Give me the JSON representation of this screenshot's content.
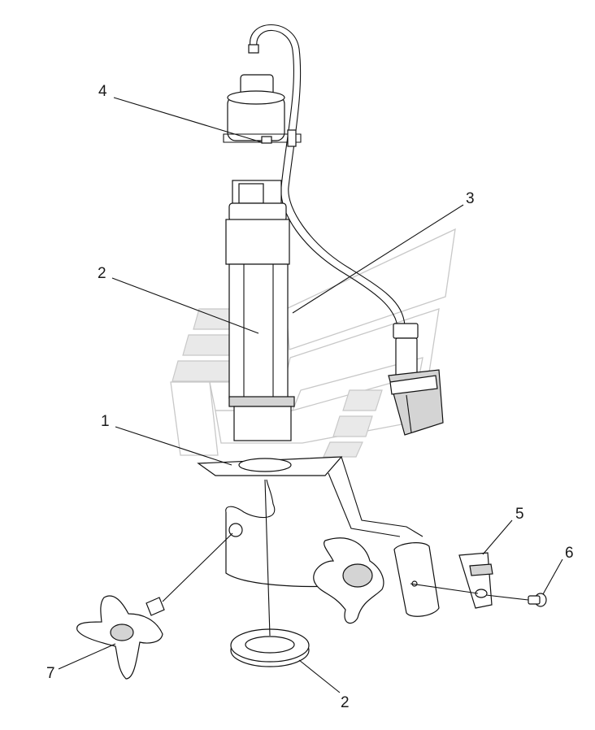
{
  "callouts": [
    {
      "id": "callout-4",
      "text": "4"
    },
    {
      "id": "callout-3",
      "text": "3"
    },
    {
      "id": "callout-2-top",
      "text": "2"
    },
    {
      "id": "callout-1",
      "text": "1"
    },
    {
      "id": "callout-5",
      "text": "5"
    },
    {
      "id": "callout-6",
      "text": "6"
    },
    {
      "id": "callout-7",
      "text": "7"
    },
    {
      "id": "callout-2-bottom",
      "text": "2"
    }
  ],
  "colors": {
    "line": "#111111",
    "shade": "#d4d4d4",
    "watermark": "#c8c8c8"
  }
}
